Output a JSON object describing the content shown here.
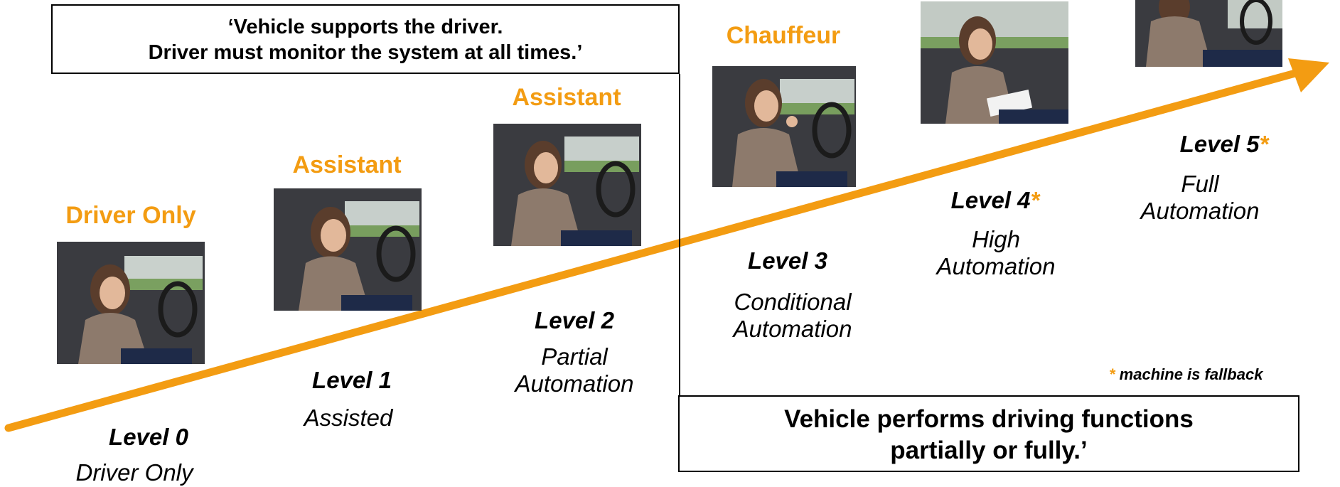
{
  "top_box": {
    "line1": "‘Vehicle supports the driver.",
    "line2": "Driver must monitor the system at all times.’"
  },
  "bottom_box": {
    "line1": "Vehicle performs driving functions",
    "line2": "partially or fully.’"
  },
  "footnote": {
    "star": "*",
    "text": " machine is fallback"
  },
  "accent_color": "#f39c12",
  "levels": [
    {
      "role": "Driver Only",
      "level": "Level 0",
      "star": "",
      "desc1": "Driver Only",
      "desc2": ""
    },
    {
      "role": "Assistant",
      "level": "Level 1",
      "star": "",
      "desc1": "Assisted",
      "desc2": ""
    },
    {
      "role": "Assistant",
      "level": "Level 2",
      "star": "",
      "desc1": "Partial",
      "desc2": "Automation"
    },
    {
      "role": "Chauffeur",
      "level": "Level 3",
      "star": "",
      "desc1": "Conditional",
      "desc2": "Automation"
    },
    {
      "role": "",
      "level": "Level 4",
      "star": "*",
      "desc1": "High",
      "desc2": "Automation"
    },
    {
      "role": "",
      "level": "Level 5",
      "star": "*",
      "desc1": "Full",
      "desc2": "Automation"
    }
  ]
}
